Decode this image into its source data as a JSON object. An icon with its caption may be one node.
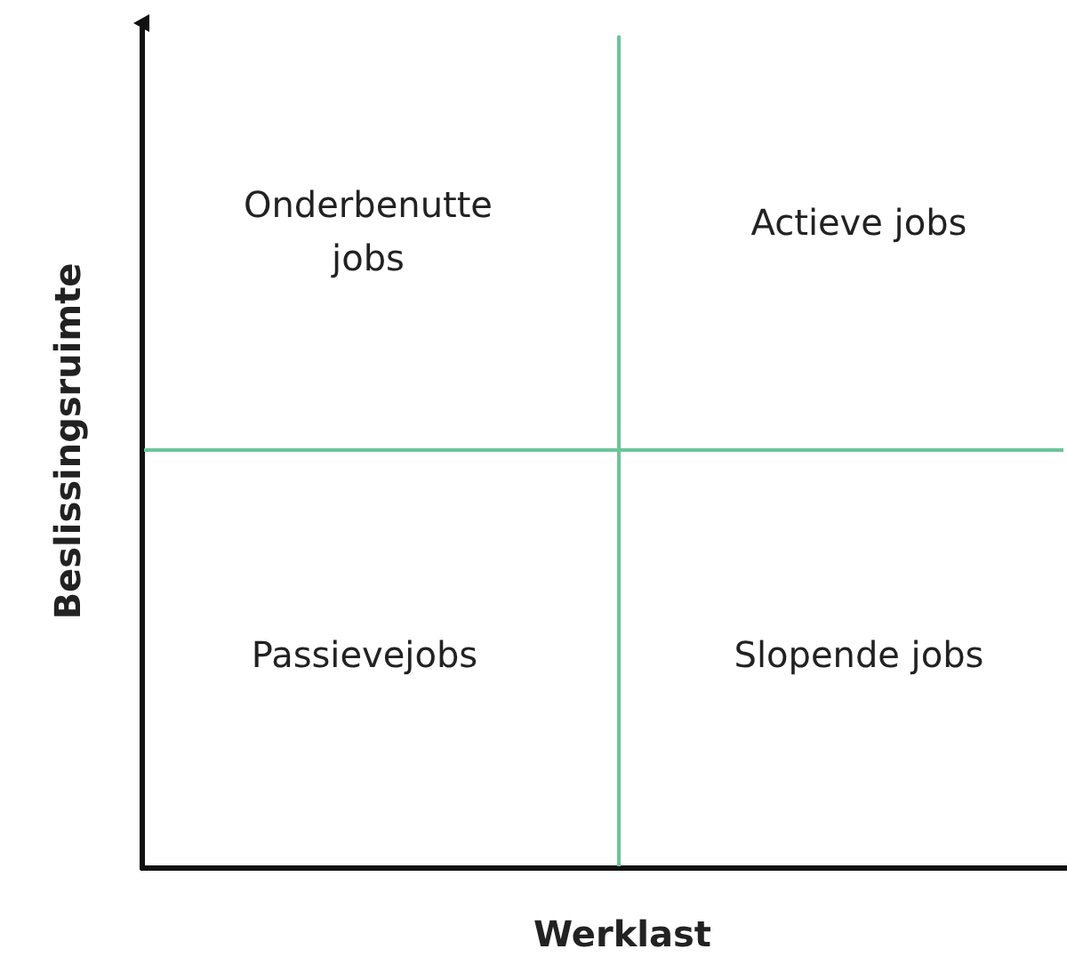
{
  "diagram": {
    "labels": [
      "Onderbenutte jobs",
      "Actieve jobs",
      "Passievejobs",
      "Slopende jobs",
      "Beslissingsruimte",
      "Werklast"
    ]
  }
}
